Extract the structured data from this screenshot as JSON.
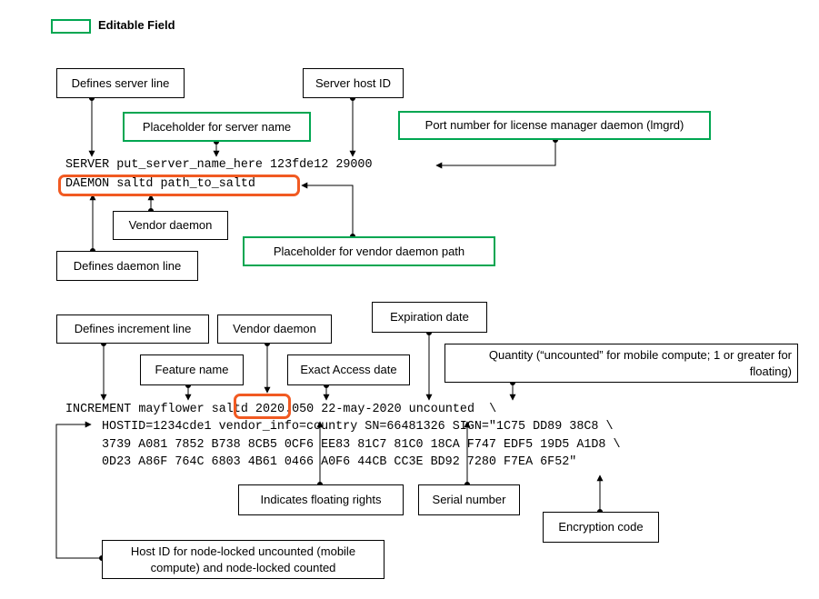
{
  "legend": {
    "label": "Editable Field",
    "color": "#00a651"
  },
  "highlight_color": "#f15a22",
  "labels": {
    "defines_server_line": "Defines server line",
    "server_host_id": "Server host ID",
    "placeholder_server_name": "Placeholder for server name",
    "port_number": "Port number for license manager daemon (lmgrd)",
    "vendor_daemon_1": "Vendor daemon",
    "defines_daemon_line": "Defines daemon line",
    "placeholder_vendor_path": "Placeholder for vendor daemon path",
    "defines_increment_line": "Defines increment line",
    "vendor_daemon_2": "Vendor daemon",
    "expiration_date": "Expiration date",
    "feature_name": "Feature name",
    "exact_access_date": "Exact Access date",
    "quantity": "Quantity (“uncounted” for mobile compute; 1 or greater for floating)",
    "floating_rights": "Indicates floating rights",
    "serial_number": "Serial number",
    "encryption_code": "Encryption code",
    "host_id_node_locked": "Host ID for node-locked uncounted (mobile compute) and node-locked counted"
  },
  "code": {
    "server_line": "SERVER put_server_name_here 123fde12 29000",
    "daemon_line": "DAEMON saltd path_to_saltd",
    "increment_line1": "INCREMENT mayflower saltd 2020.050 22-may-2020 uncounted  \\",
    "increment_line2": "HOSTID=1234cde1 vendor_info=country SN=66481326 SIGN=\"1C75 DD89 38C8 \\",
    "increment_line3": "3739 A081 7852 B738 8CB5 0CF6 EE83 81C7 81C0 18CA F747 EDF5 19D5 A1D8 \\",
    "increment_line4": "0D23 A86F 764C 6803 4B61 0466 A0F6 44CB CC3E BD92 7280 F7EA 6F52\""
  }
}
